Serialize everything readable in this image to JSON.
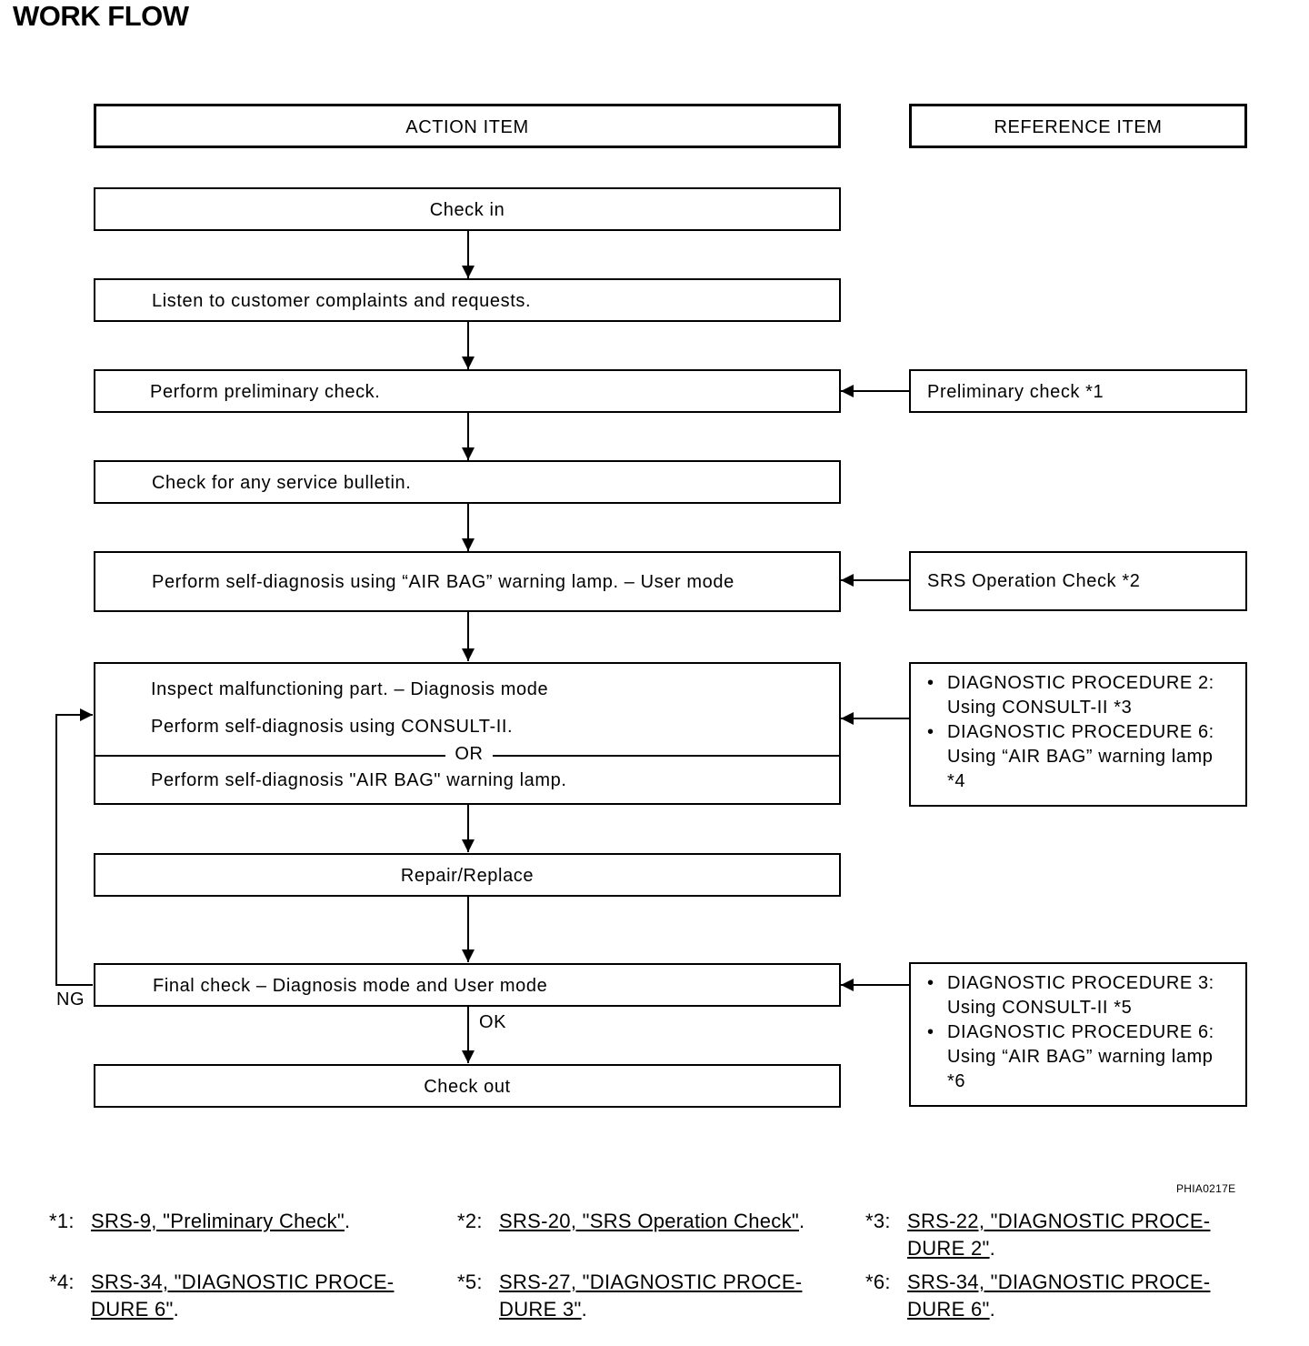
{
  "title": "WORK FLOW",
  "headers": {
    "action": "ACTION ITEM",
    "reference": "REFERENCE ITEM"
  },
  "steps": {
    "check_in": "Check in",
    "listen": "Listen to customer complaints and requests.",
    "preliminary": "Perform preliminary check.",
    "bulletin": "Check for any service bulletin.",
    "self_diag_user": "Perform self-diagnosis using “AIR BAG” warning lamp. – User mode",
    "inspect": "Inspect malfunctioning part. – Diagnosis mode",
    "self_diag_consult": "Perform self-diagnosis using CONSULT-II.",
    "or": "OR",
    "self_diag_lamp": "Perform self-diagnosis \"AIR BAG\" warning lamp.",
    "repair": "Repair/Replace",
    "final_check": "Final check – Diagnosis mode and User mode",
    "check_out": "Check out"
  },
  "labels": {
    "ng": "NG",
    "ok": "OK"
  },
  "references": {
    "preliminary": "Preliminary check *1",
    "srs_operation": "SRS Operation Check *2",
    "inspect_items": [
      "DIAGNOSTIC PROCEDURE 2: Using CONSULT-II *3",
      "DIAGNOSTIC PROCEDURE 6: Using “AIR BAG” warning lamp *4"
    ],
    "final_items": [
      "DIAGNOSTIC PROCEDURE 3: Using CONSULT-II *5",
      "DIAGNOSTIC PROCEDURE 6: Using “AIR BAG” warning lamp *6"
    ]
  },
  "figure_id": "PHIA0217E",
  "footnotes": [
    {
      "num": "*1:",
      "ref": "SRS-9, \"Preliminary Check\""
    },
    {
      "num": "*2:",
      "ref": "SRS-20, \"SRS Operation Check\""
    },
    {
      "num": "*3:",
      "ref": "SRS-22, \"DIAGNOSTIC PROCE-DURE 2\""
    },
    {
      "num": "*4:",
      "ref": "SRS-34, \"DIAGNOSTIC PROCE-DURE 6\""
    },
    {
      "num": "*5:",
      "ref": "SRS-27, \"DIAGNOSTIC PROCE-DURE 3\""
    },
    {
      "num": "*6:",
      "ref": "SRS-34, \"DIAGNOSTIC PROCE-DURE 6\""
    }
  ]
}
